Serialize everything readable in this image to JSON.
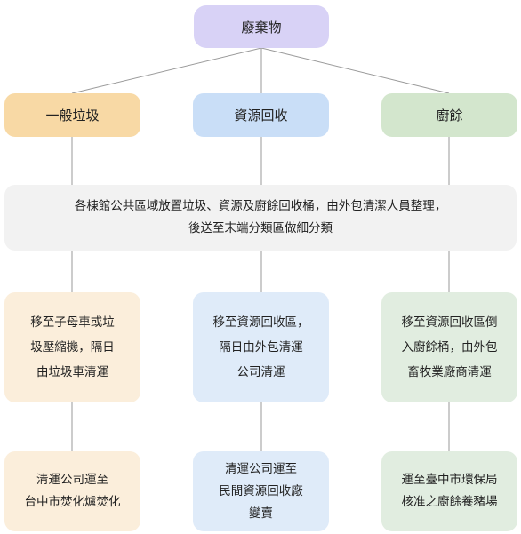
{
  "colors": {
    "root": "#d8d2f6",
    "general": "#f8d9a5",
    "general_light": "#fbeedb",
    "recycle": "#c9def7",
    "recycle_light": "#dfebf9",
    "kitchen": "#d3e6cd",
    "kitchen_light": "#e1ede0",
    "shared": "#f2f2f2",
    "connector": "#9a9a9a"
  },
  "root": {
    "label": "廢棄物"
  },
  "categories": [
    {
      "label": "一般垃圾"
    },
    {
      "label": "資源回收"
    },
    {
      "label": "廚餘"
    }
  ],
  "shared": {
    "text": "各棟館公共區域放置垃圾、資源及廚餘回收桶，由外包清潔人員整理，\n後送至末端分類區做細分類"
  },
  "steps": [
    {
      "text": "移至子母車或垃\n圾壓縮機，隔日\n由垃圾車清運"
    },
    {
      "text": "移至資源回收區，\n隔日由外包清運\n公司清運"
    },
    {
      "text": "移至資源回收區倒\n入廚餘桶，由外包\n畜牧業廠商清運"
    }
  ],
  "finals": [
    {
      "text": "清運公司運至\n台中市焚化爐焚化"
    },
    {
      "text": "清運公司運至\n民間資源回收廠\n變賣"
    },
    {
      "text": "運至臺中市環保局\n核准之廚餘養豬場"
    }
  ]
}
